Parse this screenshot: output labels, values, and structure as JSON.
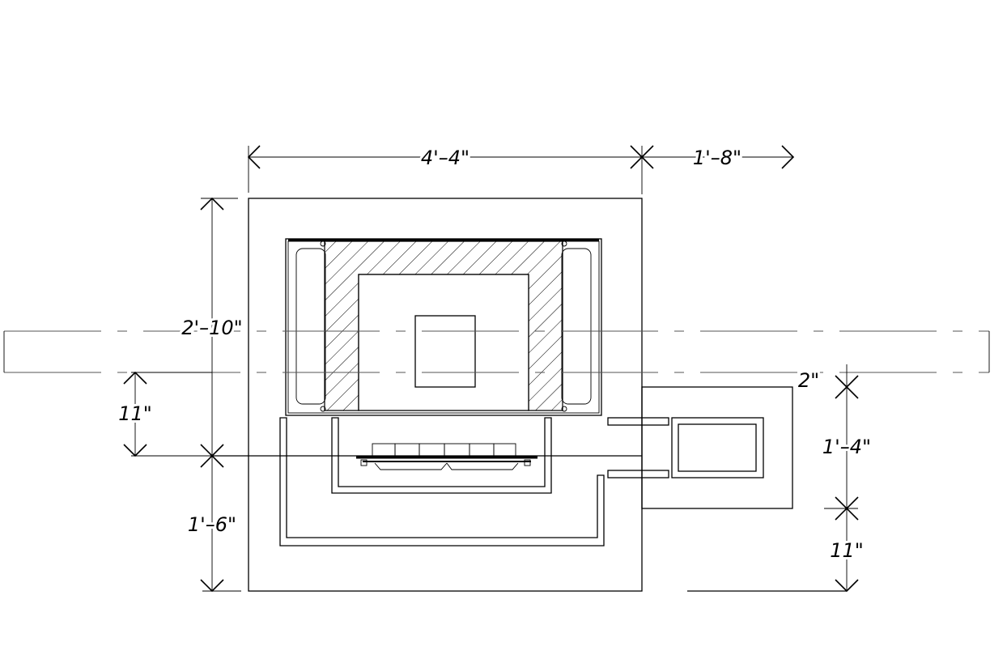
{
  "drawing": {
    "dimensions": {
      "top_width": "4'–4\"",
      "top_right": "1'–8\"",
      "left_height": "2'–10\"",
      "left_lower": "11\"",
      "left_bottom": "1'–6\"",
      "right_small": "2\"",
      "right_middle": "1'–4\"",
      "right_bottom": "11\""
    }
  }
}
